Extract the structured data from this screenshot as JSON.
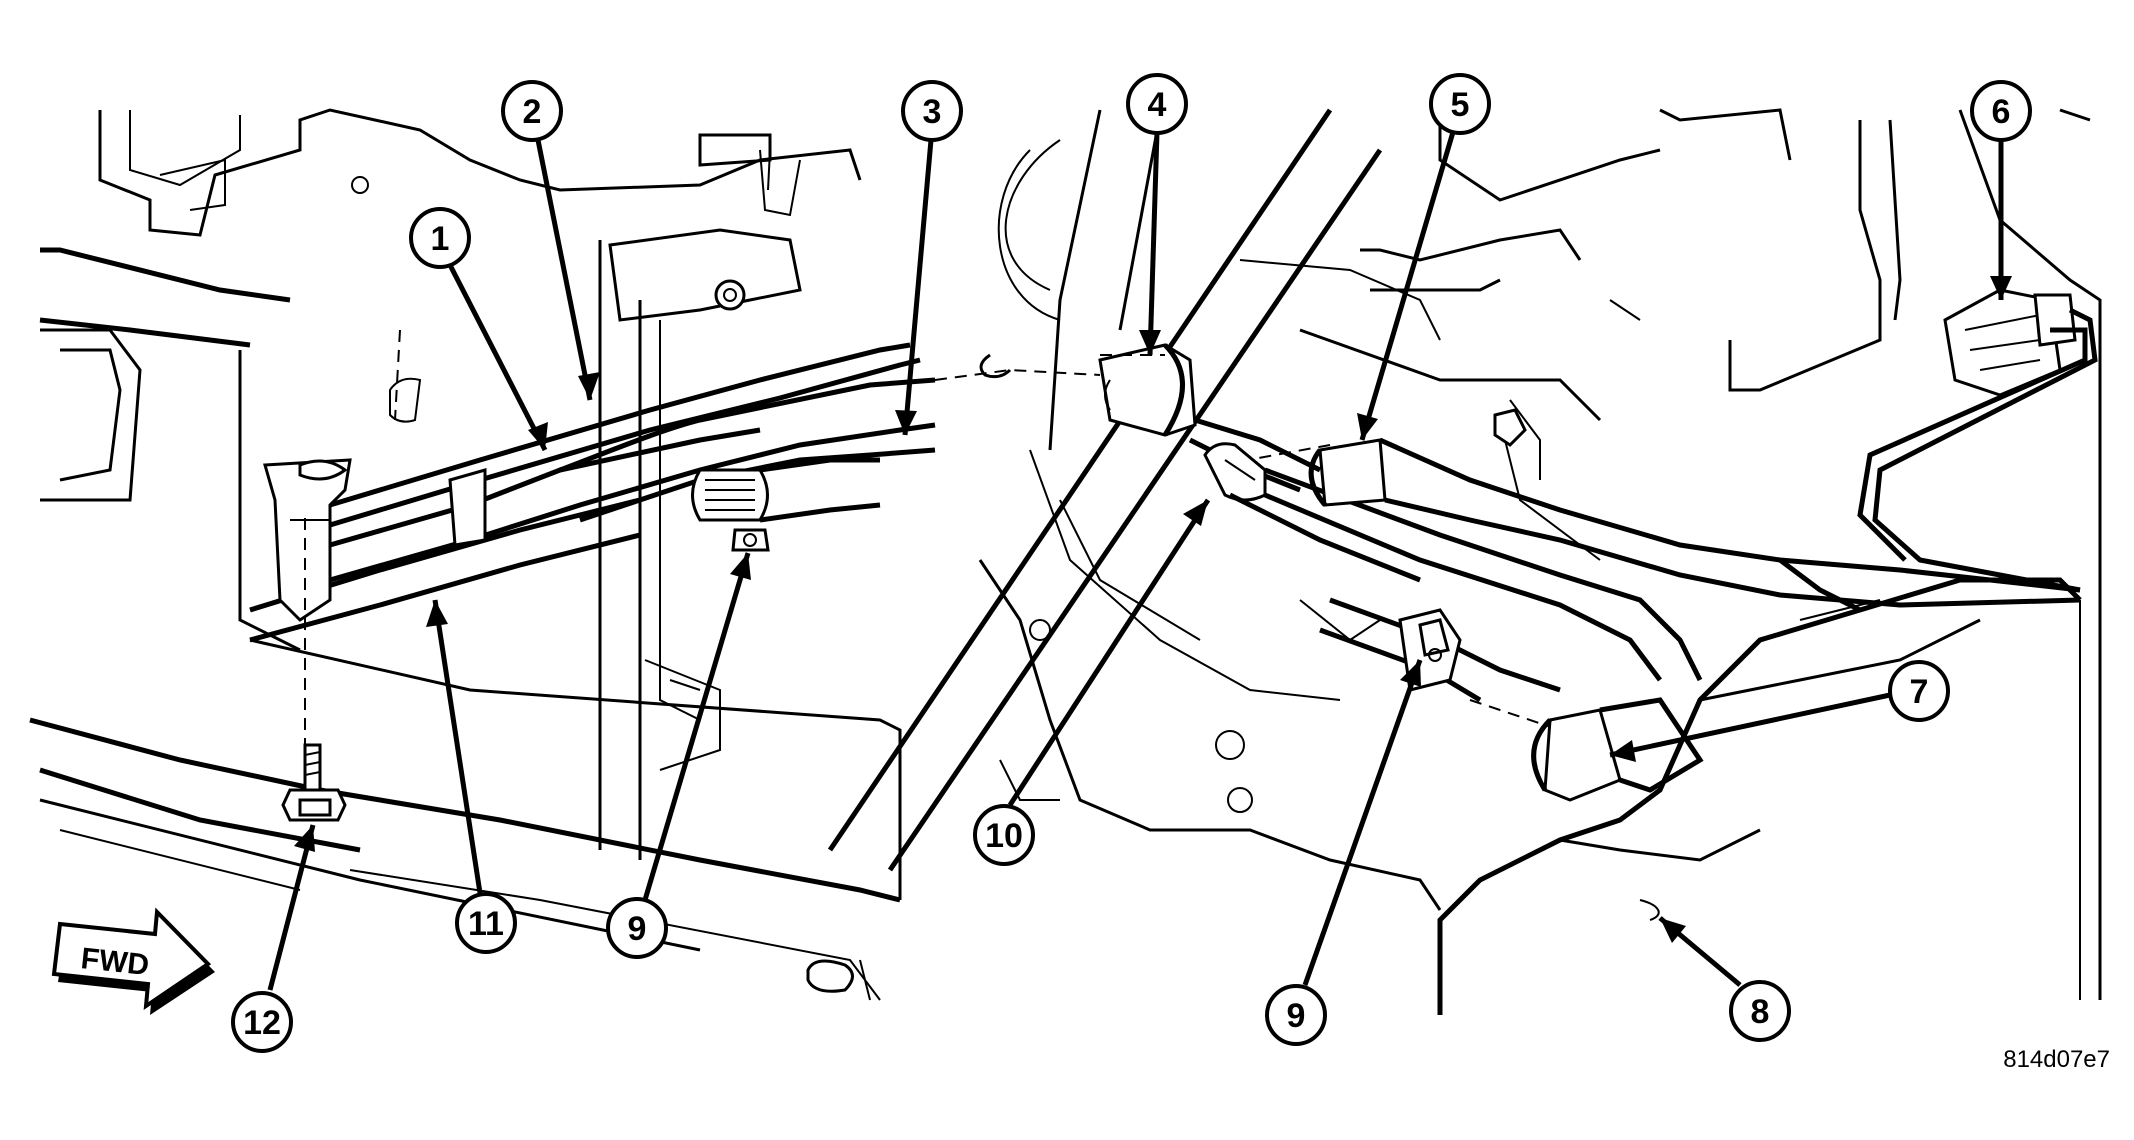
{
  "figure_code": "814d07e7",
  "direction_label": "FWD",
  "callouts": [
    {
      "id": "c1",
      "label": "1"
    },
    {
      "id": "c2",
      "label": "2"
    },
    {
      "id": "c3",
      "label": "3"
    },
    {
      "id": "c4",
      "label": "4"
    },
    {
      "id": "c5",
      "label": "5"
    },
    {
      "id": "c6",
      "label": "6"
    },
    {
      "id": "c7",
      "label": "7"
    },
    {
      "id": "c8",
      "label": "8"
    },
    {
      "id": "c9a",
      "label": "9"
    },
    {
      "id": "c9b",
      "label": "9"
    },
    {
      "id": "c10",
      "label": "10"
    },
    {
      "id": "c11",
      "label": "11"
    },
    {
      "id": "c12",
      "label": "12"
    }
  ]
}
